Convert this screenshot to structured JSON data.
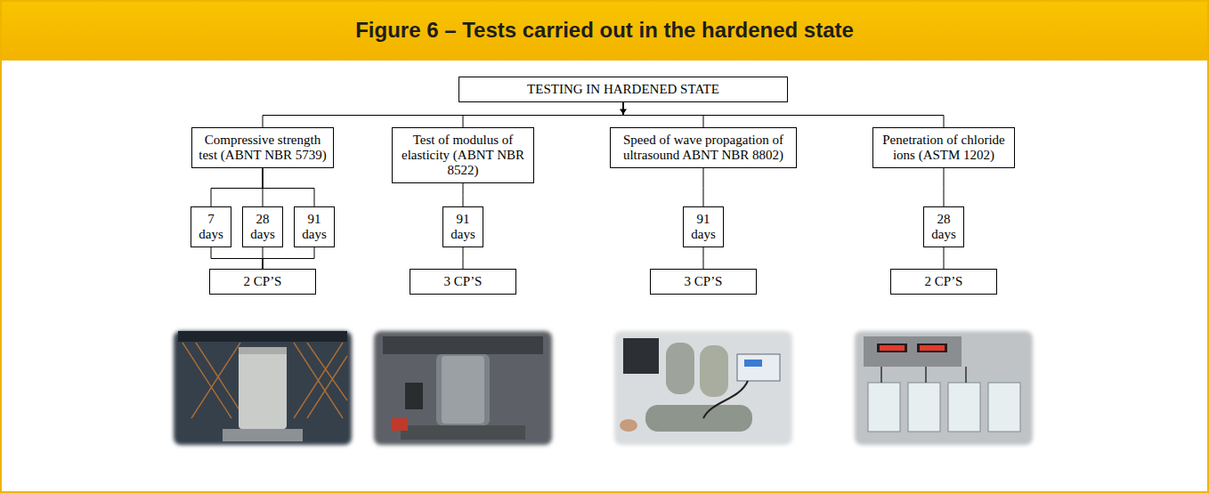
{
  "diagram": {
    "title": "Figure 6 – Tests carried out in the hardened state",
    "nodes": [
      {
        "text": [
          "TESTING IN HARDENED STATE"
        ]
      },
      {
        "text": [
          "Compressive strength test (ABNT NBR 5739)"
        ]
      },
      {
        "text": [
          "Test of modulus of elasticity (ABNT NBR 8522)"
        ]
      },
      {
        "text": [
          "Speed of wave propagation of ultrasound ABNT NBR 8802)"
        ]
      },
      {
        "text": [
          "Penetration of chloride ions (ASTM 1202)"
        ]
      },
      {
        "text": [
          "7 days"
        ]
      },
      {
        "text": [
          "28 days"
        ]
      },
      {
        "text": [
          "91 days"
        ]
      },
      {
        "text": [
          "91 days"
        ]
      },
      {
        "text": [
          "91 days"
        ]
      },
      {
        "text": [
          "28 days"
        ]
      },
      {
        "text": [
          "2 CP’S"
        ]
      },
      {
        "text": [
          "3 CP’S"
        ]
      },
      {
        "text": [
          "3 CP’S"
        ]
      },
      {
        "text": [
          "2 CP’S"
        ]
      }
    ],
    "edges": [
      {
        "from": 0,
        "to": 1,
        "arrow": "none"
      },
      {
        "from": 0,
        "to": 2,
        "arrow": "none"
      },
      {
        "from": 0,
        "to": 3,
        "arrow": "none"
      },
      {
        "from": 0,
        "to": 4,
        "arrow": "none"
      },
      {
        "from": 1,
        "to": 5,
        "arrow": "none"
      },
      {
        "from": 1,
        "to": 6,
        "arrow": "none"
      },
      {
        "from": 1,
        "to": 7,
        "arrow": "none"
      },
      {
        "from": 2,
        "to": 8,
        "arrow": "none"
      },
      {
        "from": 3,
        "to": 9,
        "arrow": "none"
      },
      {
        "from": 4,
        "to": 10,
        "arrow": "none"
      },
      {
        "from": 5,
        "to": 11,
        "arrow": "none"
      },
      {
        "from": 6,
        "to": 11,
        "arrow": "none"
      },
      {
        "from": 7,
        "to": 11,
        "arrow": "none"
      },
      {
        "from": 8,
        "to": 12,
        "arrow": "none"
      },
      {
        "from": 9,
        "to": 13,
        "arrow": "none"
      },
      {
        "from": 10,
        "to": 14,
        "arrow": "none"
      }
    ]
  }
}
